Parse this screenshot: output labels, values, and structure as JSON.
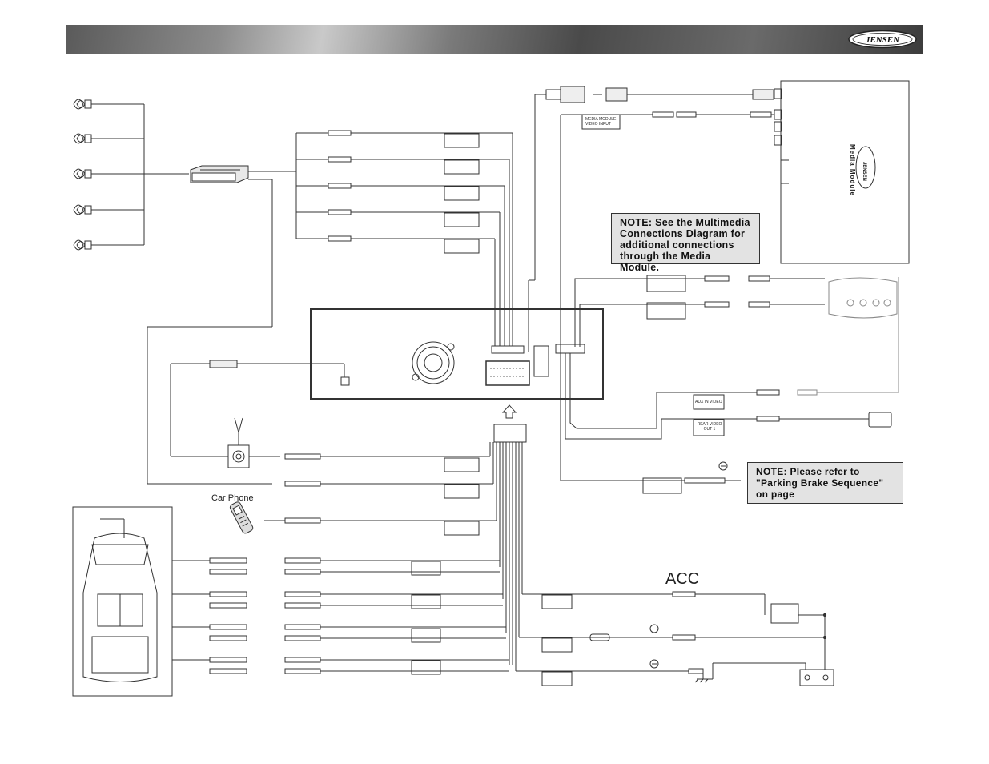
{
  "header": {
    "brand_logo": "JENSEN"
  },
  "notes": {
    "multimedia_note": "NOTE: See the Multimedia Connections Diagram for additional connections through the Media Module.",
    "parking_note": "NOTE: Please refer to \"Parking Brake Sequence\" on page"
  },
  "labels": {
    "acc": "ACC",
    "car_phone": "Car Phone",
    "media_module": "Media Module",
    "media_module_video_input": "MEDIA MODULE VIDEO INPUT",
    "aux_in_video": "AUX IN VIDEO",
    "rear_video_out": "REAR VIDEO OUT 1",
    "media_module_logo": "JENSEN"
  },
  "colors": {
    "line": "#333333",
    "banner_dark": "#4a4a4a",
    "note_bg": "#e3e3e3"
  }
}
